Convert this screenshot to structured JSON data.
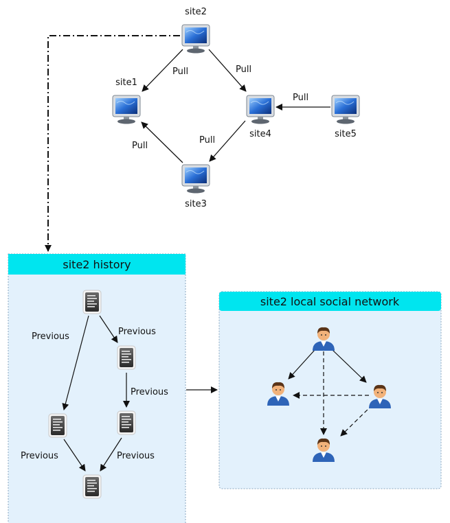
{
  "sites": [
    {
      "id": "site1",
      "label": "site1"
    },
    {
      "id": "site2",
      "label": "site2"
    },
    {
      "id": "site3",
      "label": "site3"
    },
    {
      "id": "site4",
      "label": "site4"
    },
    {
      "id": "site5",
      "label": "site5"
    }
  ],
  "pull_edges": [
    {
      "from": "site2",
      "to": "site1",
      "label": "Pull"
    },
    {
      "from": "site2",
      "to": "site4",
      "label": "Pull"
    },
    {
      "from": "site3",
      "to": "site1",
      "label": "Pull"
    },
    {
      "from": "site4",
      "to": "site3",
      "label": "Pull"
    },
    {
      "from": "site5",
      "to": "site4",
      "label": "Pull"
    }
  ],
  "history_panel": {
    "title": "site2 history",
    "edge_label": "Previous"
  },
  "social_panel": {
    "title": "site2 local social network"
  },
  "colors": {
    "panel_fill": "#e3f1fc",
    "panel_border": "#8aa6bf",
    "title_bar": "#00e5ef",
    "monitor_screen": "#2a6fd6",
    "person_shirt": "#2e64b8",
    "person_face": "#f2b27a",
    "person_hair": "#5a3418"
  }
}
